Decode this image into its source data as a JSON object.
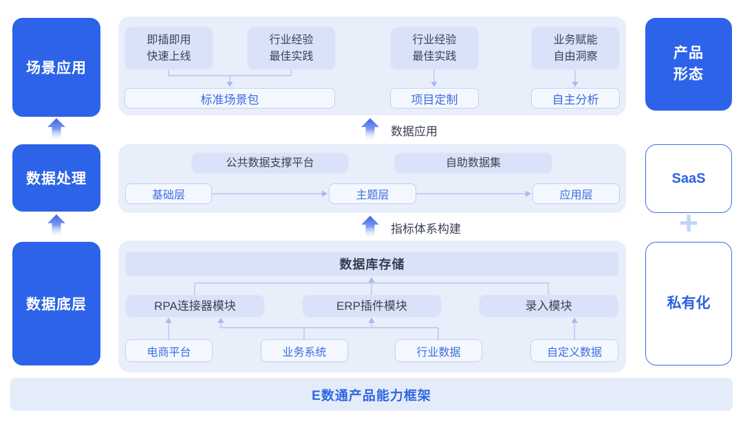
{
  "left_stages": {
    "items": [
      {
        "label": "场景应用"
      },
      {
        "label": "数据处理"
      },
      {
        "label": "数据底层"
      }
    ]
  },
  "flow_arrows": {
    "up_label_1": "数据应用",
    "up_label_2": "指标体系构建"
  },
  "scene_panel": {
    "features": [
      {
        "text": "即插即用\n快速上线"
      },
      {
        "text": "行业经验\n最佳实践"
      },
      {
        "text": "行业经验\n最佳实践"
      },
      {
        "text": "业务赋能\n自由洞察"
      }
    ],
    "outputs": [
      {
        "text": "标准场景包"
      },
      {
        "text": "项目定制"
      },
      {
        "text": "自主分析"
      }
    ]
  },
  "process_panel": {
    "platforms": [
      {
        "text": "公共数据支撑平台"
      },
      {
        "text": "自助数据集"
      }
    ],
    "layers": [
      {
        "text": "基础层"
      },
      {
        "text": "主题层"
      },
      {
        "text": "应用层"
      }
    ]
  },
  "foundation_panel": {
    "storage": "数据库存储",
    "modules": [
      {
        "text": "RPA连接器模块"
      },
      {
        "text": "ERP插件模块"
      },
      {
        "text": "录入模块"
      }
    ],
    "sources": [
      {
        "text": "电商平台"
      },
      {
        "text": "业务系统"
      },
      {
        "text": "行业数据"
      },
      {
        "text": "自定义数据"
      }
    ]
  },
  "right_column": {
    "product_form": "产品\n形态",
    "saas": "SaaS",
    "plus": "+",
    "private_deploy": "私有化"
  },
  "footer": {
    "title": "E数通产品能力框架"
  },
  "colors": {
    "accent_blue": "#2d63e8",
    "panel_bg": "#e9eefb",
    "midbox_bg": "#d9e2f8",
    "whitebox_border": "#bed0f1",
    "blue_text": "#3c6ce2",
    "dark_text": "#3b4252",
    "connector": "#b3c5ec",
    "footer_bg": "#e4ecfa"
  }
}
